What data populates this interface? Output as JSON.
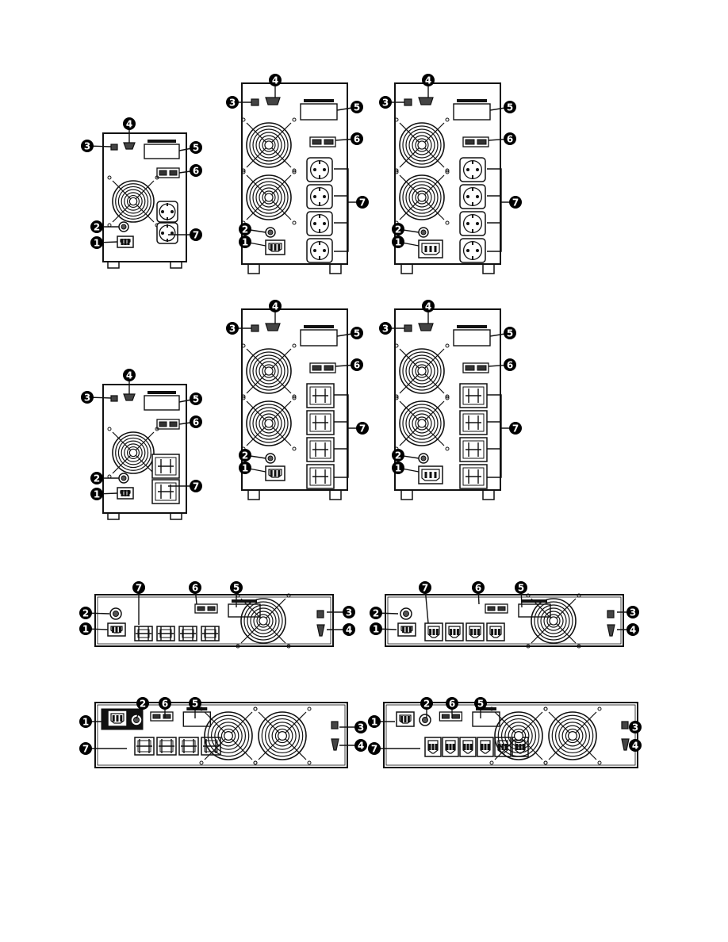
{
  "figure": {
    "callout_numbers": [
      "1",
      "2",
      "3",
      "4",
      "5",
      "6",
      "7"
    ],
    "units": [
      {
        "id": "tower-small-schuko",
        "outlets": 2,
        "outlet_style": "schuko"
      },
      {
        "id": "tower-large-schuko-a",
        "outlets": 4,
        "outlet_style": "schuko"
      },
      {
        "id": "tower-large-schuko-b",
        "outlets": 4,
        "outlet_style": "schuko"
      },
      {
        "id": "tower-small-universal",
        "outlets": 2,
        "outlet_style": "universal"
      },
      {
        "id": "tower-large-universal-a",
        "outlets": 4,
        "outlet_style": "universal"
      },
      {
        "id": "tower-large-universal-b",
        "outlets": 4,
        "outlet_style": "universal"
      },
      {
        "id": "rack-1u-a",
        "outlets": 4,
        "outlet_style": "universal"
      },
      {
        "id": "rack-1u-b",
        "outlets": 4,
        "outlet_style": "iec"
      },
      {
        "id": "rack-2u-a",
        "outlets": 4,
        "outlet_style": "universal"
      },
      {
        "id": "rack-2u-b",
        "outlets": 6,
        "outlet_style": "iec"
      }
    ],
    "colors": {
      "line": "#111111",
      "fill": "#ffffff",
      "callout_bg": "#000000",
      "callout_fg": "#ffffff"
    }
  }
}
